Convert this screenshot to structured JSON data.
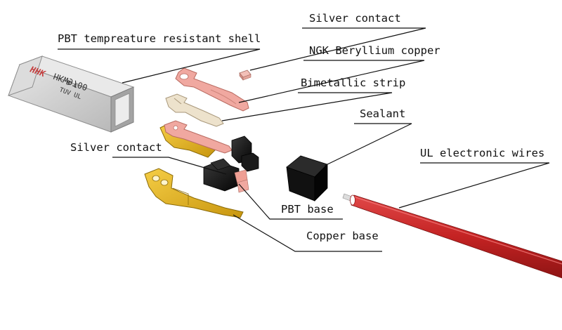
{
  "labels": {
    "shell": "PBT tempreature resistant shell",
    "silver_contact_top": "Silver contact",
    "beryllium_copper": "NGK Beryllium copper",
    "bimetallic_strip": "Bimetallic strip",
    "sealant": "Sealant",
    "silver_contact_left": "Silver contact",
    "ul_wires": "UL electronic wires",
    "pbt_base": "PBT base",
    "copper_base": "Copper base"
  },
  "shell_markings": {
    "logo": "HHK",
    "model": "HKW9700",
    "line2": "D  C",
    "line3": "TUV  UL"
  },
  "colors": {
    "shell": "#cfcfcf",
    "beryllium_copper": "#f0a8a0",
    "bimetallic_strip": "#ede2cc",
    "copper_base": "#e5b521",
    "pbt_base": "#1c1c1c",
    "sealant": "#0d0d0d",
    "wire": "#c82626",
    "leader_line": "#111111"
  }
}
